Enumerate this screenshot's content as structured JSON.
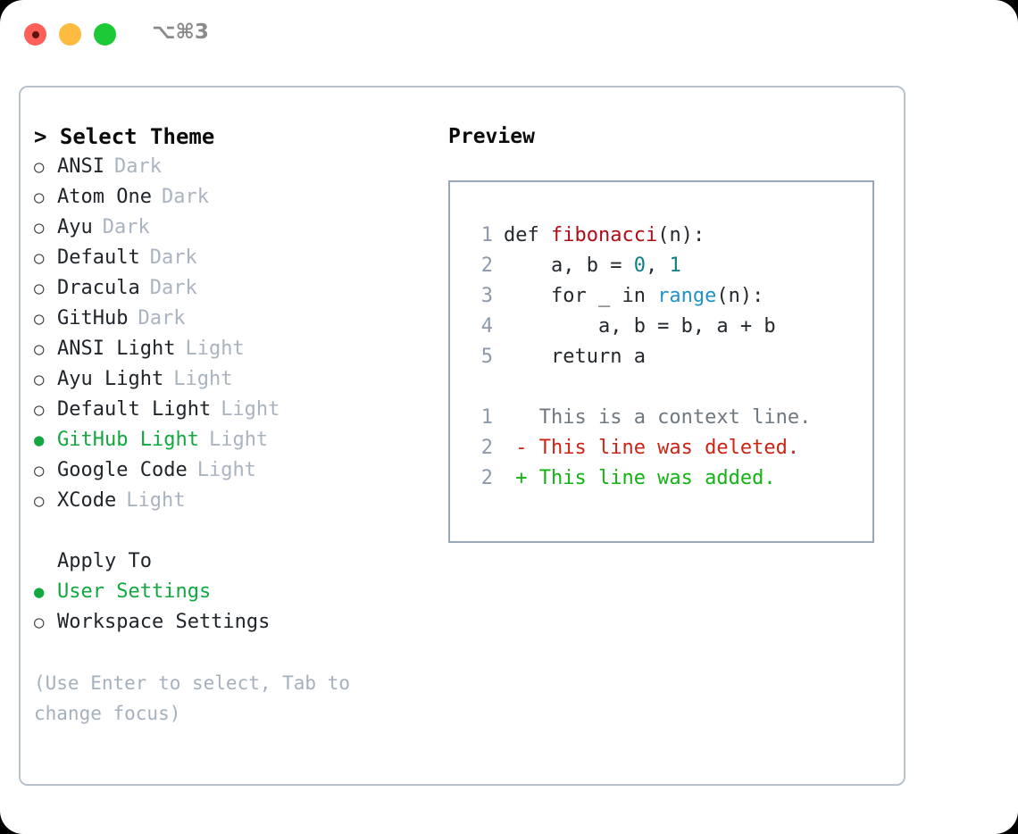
{
  "titlebar": {
    "shortcut": "⌥⌘3",
    "buttons": [
      {
        "name": "close",
        "color": "#fc6058"
      },
      {
        "name": "minimize",
        "color": "#fdbc40"
      },
      {
        "name": "maximize",
        "color": "#1ec938"
      }
    ]
  },
  "theme_picker": {
    "prompt": ">",
    "title": "Select Theme",
    "marker_unselected": "○",
    "marker_selected": "●",
    "items": [
      {
        "label": "ANSI",
        "variant": "Dark",
        "selected": false
      },
      {
        "label": "Atom One",
        "variant": "Dark",
        "selected": false
      },
      {
        "label": "Ayu",
        "variant": "Dark",
        "selected": false
      },
      {
        "label": "Default",
        "variant": "Dark",
        "selected": false
      },
      {
        "label": "Dracula",
        "variant": "Dark",
        "selected": false
      },
      {
        "label": "GitHub",
        "variant": "Dark",
        "selected": false
      },
      {
        "label": "ANSI Light",
        "variant": "Light",
        "selected": false
      },
      {
        "label": "Ayu Light",
        "variant": "Light",
        "selected": false
      },
      {
        "label": "Default Light",
        "variant": "Light",
        "selected": false
      },
      {
        "label": "GitHub Light",
        "variant": "Light",
        "selected": true
      },
      {
        "label": "Google Code",
        "variant": "Light",
        "selected": false
      },
      {
        "label": "XCode",
        "variant": "Light",
        "selected": false
      }
    ]
  },
  "apply_to": {
    "title": "Apply To",
    "items": [
      {
        "label": "User Settings",
        "selected": true
      },
      {
        "label": "Workspace Settings",
        "selected": false
      }
    ]
  },
  "hint": "(Use Enter to select, Tab to change focus)",
  "preview": {
    "title": "Preview",
    "code_lines": [
      {
        "number": "1",
        "tokens": [
          {
            "text": "def ",
            "type": "plain"
          },
          {
            "text": "fibonacci",
            "type": "fn"
          },
          {
            "text": "(n):",
            "type": "plain"
          }
        ]
      },
      {
        "number": "2",
        "tokens": [
          {
            "text": "    a, b = ",
            "type": "plain"
          },
          {
            "text": "0",
            "type": "num"
          },
          {
            "text": ", ",
            "type": "plain"
          },
          {
            "text": "1",
            "type": "num"
          }
        ]
      },
      {
        "number": "3",
        "tokens": [
          {
            "text": "    for _ in ",
            "type": "plain"
          },
          {
            "text": "range",
            "type": "call"
          },
          {
            "text": "(n):",
            "type": "plain"
          }
        ]
      },
      {
        "number": "4",
        "tokens": [
          {
            "text": "        a, b = b, a + b",
            "type": "plain"
          }
        ]
      },
      {
        "number": "5",
        "tokens": [
          {
            "text": "    return a",
            "type": "plain"
          }
        ]
      }
    ],
    "diff_lines": [
      {
        "number": "1",
        "text": "   This is a context line.",
        "type": "ctx"
      },
      {
        "number": "2",
        "text": " - This line was deleted.",
        "type": "del"
      },
      {
        "number": "2",
        "text": " + This line was added.",
        "type": "add"
      }
    ]
  },
  "colors": {
    "selected_green": "#11a83f",
    "variant_gray": "#aab4c0",
    "hint_gray": "#a5b0bd",
    "panel_border": "#b9c2cc",
    "preview_border": "#9aa7b6",
    "fn_red": "#b00c18",
    "num_teal": "#0d7f86",
    "call_blue": "#1f94c4",
    "diff_del": "#cc2414",
    "diff_add": "#12b312"
  }
}
